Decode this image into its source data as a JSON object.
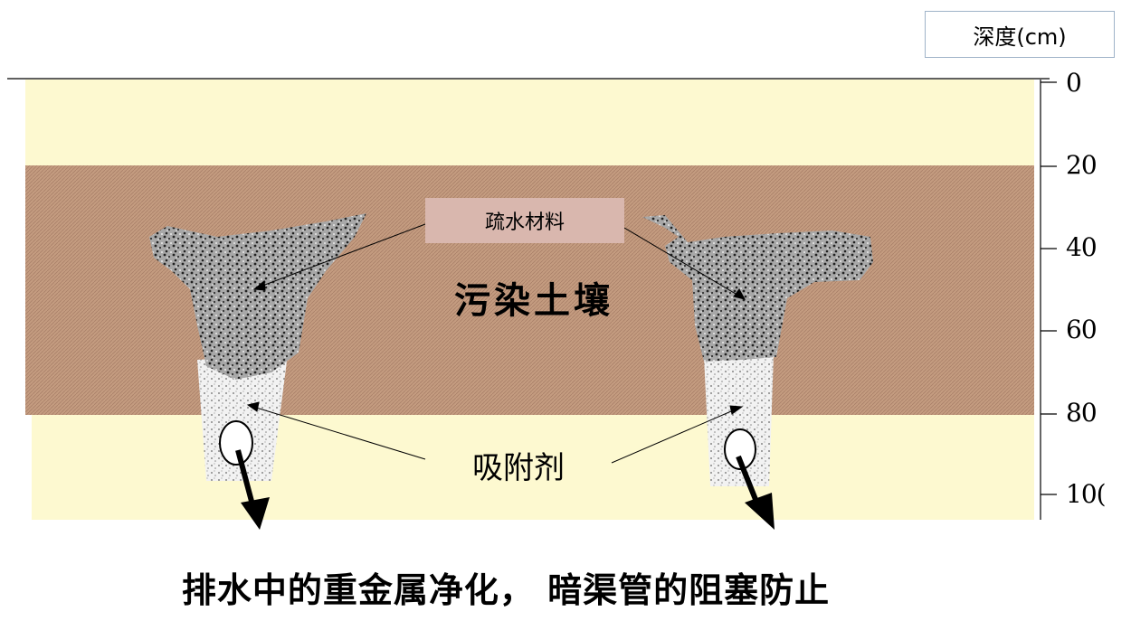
{
  "depth_header": "深度(cm)",
  "depth_ticks": [
    "0",
    "20",
    "40",
    "60",
    "80",
    "10("
  ],
  "labels": {
    "drainage_material": "疏水材料",
    "contaminated_soil": "污染土壤",
    "adsorbent": "吸附剂"
  },
  "caption": "排水中的重金属净化， 暗渠管的阻塞防止",
  "colors": {
    "topsoil": "#fdf9d0",
    "contaminated_layer": "#c39a7f",
    "subsoil": "#fdf9d0",
    "drainage_fill": "#999999",
    "adsorbent_fill": "#eeeeee",
    "label_box": "#d9b7ae"
  }
}
